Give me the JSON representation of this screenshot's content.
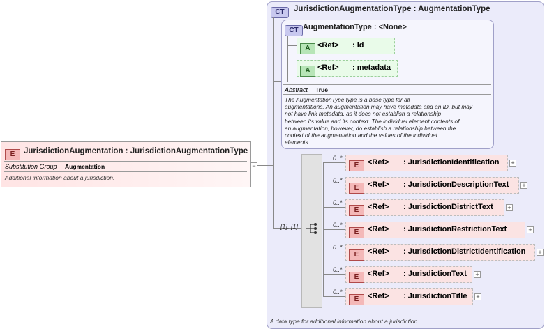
{
  "main_element": {
    "badge": "E",
    "title": "JurisdictionAugmentation : JurisdictionAugmentationType",
    "prop_label": "Substitution Group",
    "prop_value": "Augmentation",
    "doc": "Additional information about a jurisdiction."
  },
  "outer_type": {
    "badge": "CT",
    "title": "JurisdictionAugmentationType : AugmentationType",
    "doc": "A data type for additional information about a jurisdiction."
  },
  "inner_type": {
    "badge": "CT",
    "title": "AugmentationType : <None>",
    "attributes": [
      {
        "badge": "A",
        "ref": "<Ref>",
        "name": ": id"
      },
      {
        "badge": "A",
        "ref": "<Ref>",
        "name": ": metadata"
      }
    ],
    "prop_label": "Abstract",
    "prop_value": "True",
    "doc_lines": [
      "The AugmentationType type is a base type for all",
      "augmentations. An augmentation may have metadata and an ID, but may",
      "not have link metadata, as it does not establish a relationship",
      "between its value and its context. The individual element contents of",
      "an augmentation, however, do establish a relationship between the",
      "context of the augmentation and the values of the individual",
      "elements."
    ]
  },
  "sequence": {
    "cardinality": "[1]..[1]",
    "items": [
      {
        "occ": "0..*",
        "badge": "E",
        "ref": "<Ref>",
        "name": ": JurisdictionIdentification"
      },
      {
        "occ": "0..*",
        "badge": "E",
        "ref": "<Ref>",
        "name": ": JurisdictionDescriptionText"
      },
      {
        "occ": "0..*",
        "badge": "E",
        "ref": "<Ref>",
        "name": ": JurisdictionDistrictText"
      },
      {
        "occ": "0..*",
        "badge": "E",
        "ref": "<Ref>",
        "name": ": JurisdictionRestrictionText"
      },
      {
        "occ": "0..*",
        "badge": "E",
        "ref": "<Ref>",
        "name": ": JurisdictionDistrictIdentification"
      },
      {
        "occ": "0..*",
        "badge": "E",
        "ref": "<Ref>",
        "name": ": JurisdictionText"
      },
      {
        "occ": "0..*",
        "badge": "E",
        "ref": "<Ref>",
        "name": ": JurisdictionTitle"
      }
    ]
  },
  "colors": {
    "element_fill": "#fbe3e3",
    "attribute_fill": "#e9fbe9",
    "complex_type_fill": "#ebebfa"
  }
}
